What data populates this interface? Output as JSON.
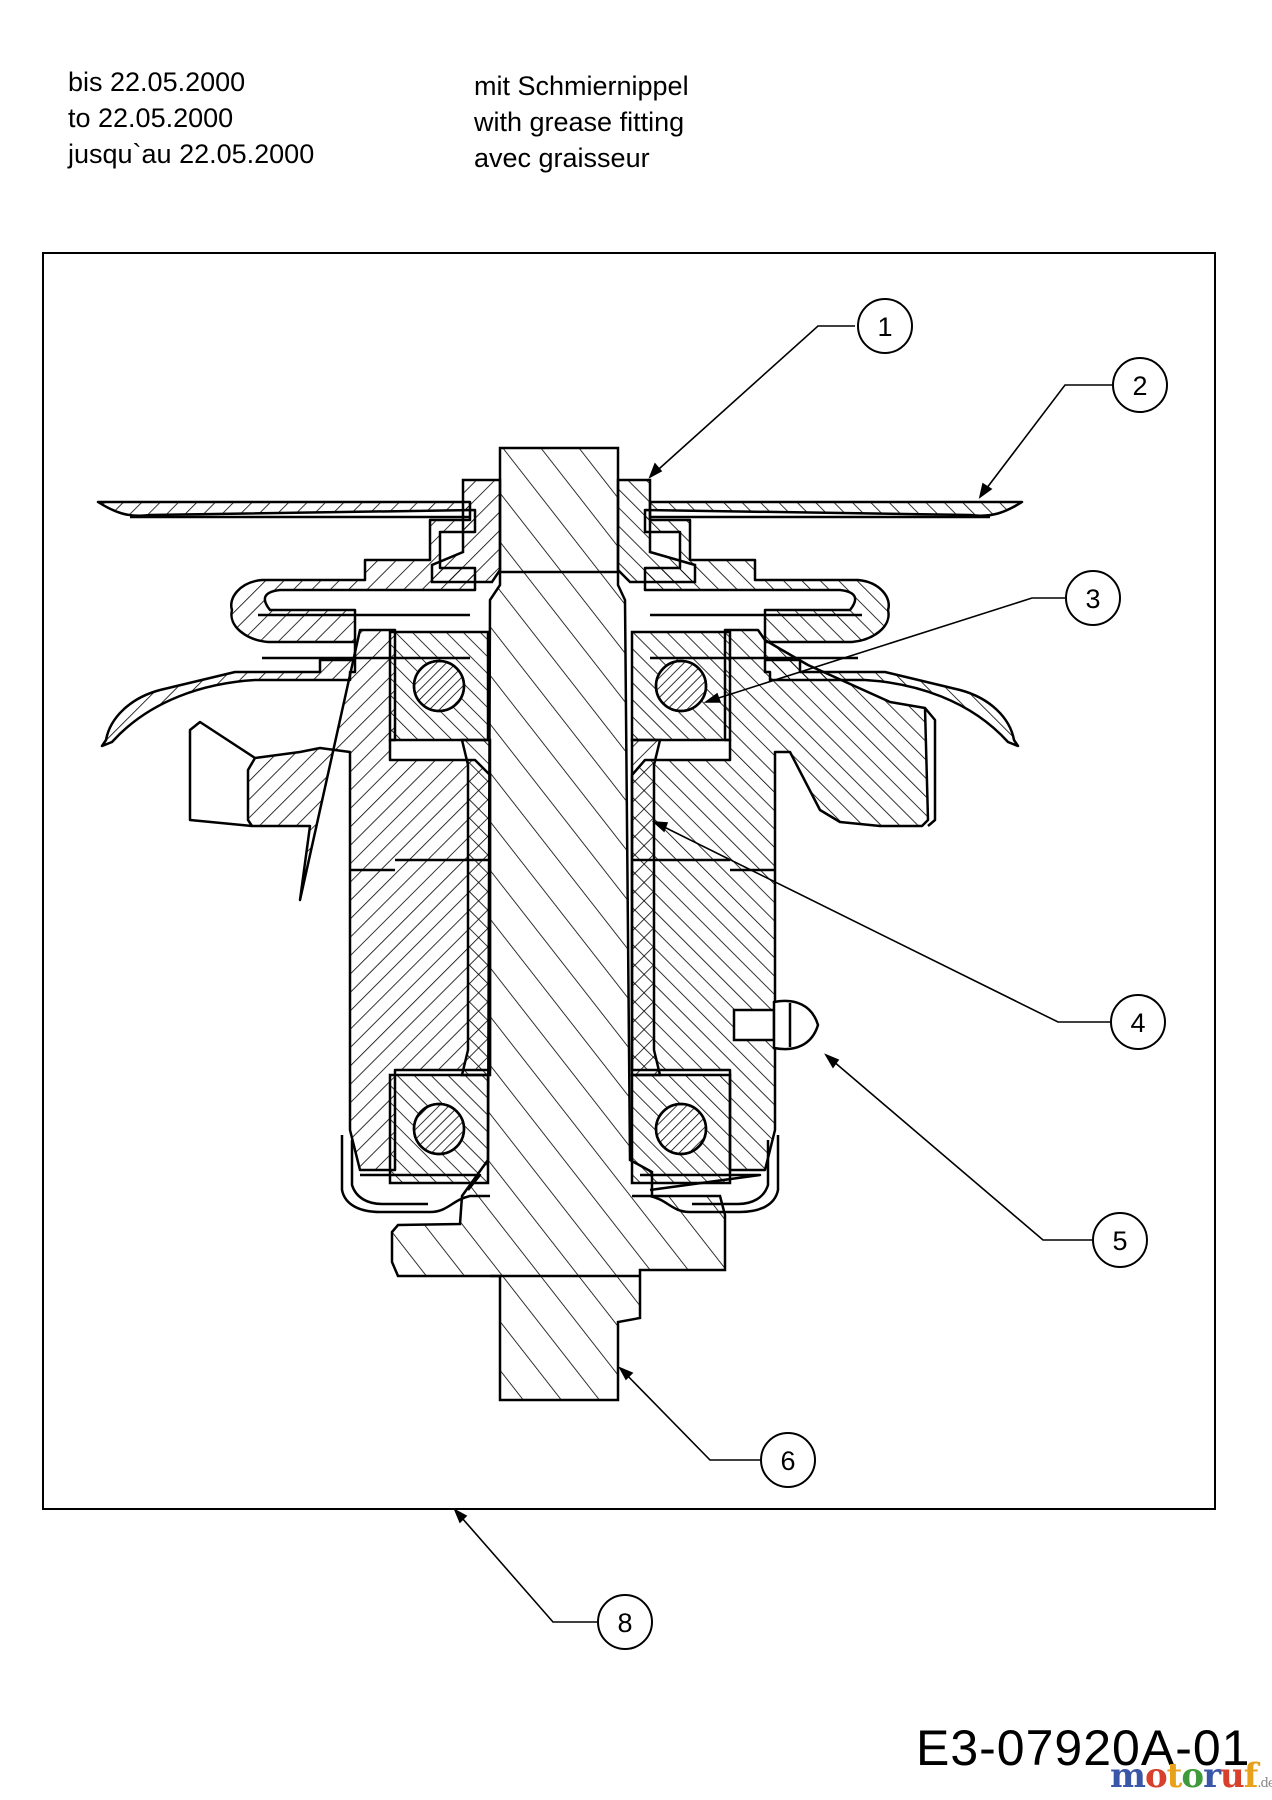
{
  "notes": {
    "date_lines": [
      "bis 22.05.2000",
      "to 22.05.2000",
      "jusqu`au 22.05.2000"
    ],
    "feature_lines": [
      "mit Schmiernippel",
      "with grease fitting",
      "avec graisseur"
    ]
  },
  "callouts": [
    "1",
    "2",
    "3",
    "4",
    "5",
    "6",
    "8"
  ],
  "drawing_code": "E3-07920A-01",
  "watermark": {
    "text": "motoruf",
    "tld": ".de",
    "colors": [
      "#3a56a8",
      "#d6402c",
      "#e7a11b",
      "#3f9a3c"
    ]
  }
}
